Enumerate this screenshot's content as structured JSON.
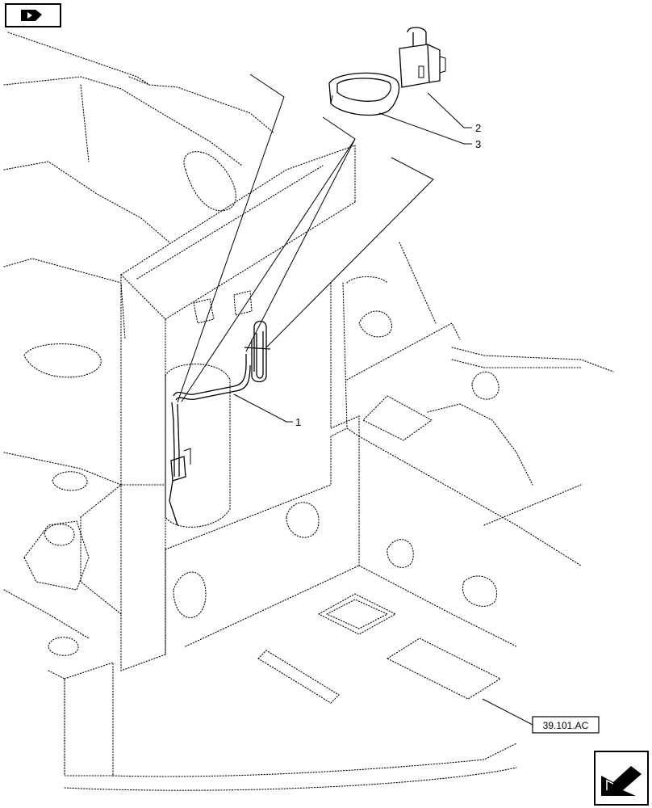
{
  "callouts": [
    {
      "id": "1",
      "label": "1"
    },
    {
      "id": "2",
      "label": "2"
    },
    {
      "id": "3",
      "label": "3"
    }
  ],
  "reference": {
    "label": "39.101.AC"
  },
  "icons": {
    "top_left": "previous-page-arrow-icon",
    "bottom_right": "next-page-arrow-icon"
  }
}
